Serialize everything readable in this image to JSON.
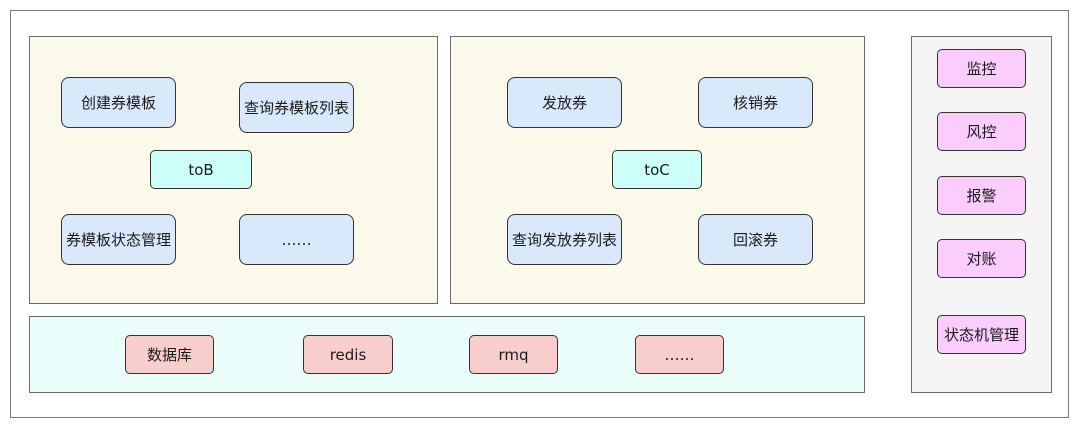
{
  "tob": {
    "create_template": "创建券模板",
    "query_template_list": "查询券模板列表",
    "label": "toB",
    "template_status": "券模板状态管理",
    "more": "……"
  },
  "toc": {
    "issue": "发放券",
    "redeem": "核销券",
    "label": "toC",
    "query_issue_list": "查询发放券列表",
    "rollback": "回滚券"
  },
  "infra": {
    "database": "数据库",
    "redis": "redis",
    "rmq": "rmq",
    "more": "……"
  },
  "ops": {
    "monitor": "监控",
    "risk_control": "风控",
    "alarm": "报警",
    "reconcile": "对账",
    "state_machine": "状态机管理"
  },
  "colors": {
    "blue_node": "#dae8fc",
    "cyan_node": "#ccfff8",
    "red_node": "#f8cecc",
    "pink_node": "#fbcdfd",
    "yellow_panel": "#fbf9e9",
    "cyan_panel": "#eafdfb",
    "gray_panel": "#f5f5f5"
  }
}
